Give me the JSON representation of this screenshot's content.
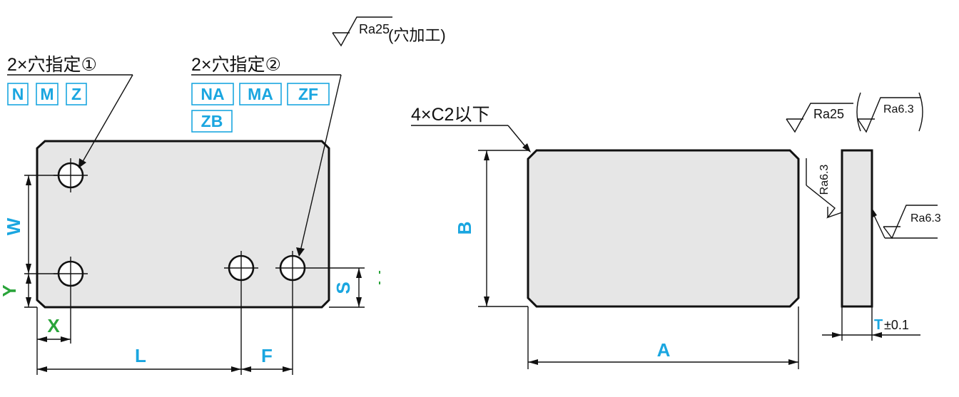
{
  "colors": {
    "dimension_label_blue": "#1aa6e0",
    "dimension_label_green": "#2aa43a",
    "part_fill": "#e6e6e6",
    "line": "#111111"
  },
  "left_view": {
    "hole_spec_1": {
      "label": "2×穴指定①",
      "codes": [
        "N",
        "M",
        "Z"
      ]
    },
    "hole_spec_2": {
      "label": "2×穴指定②",
      "codes": [
        "NA",
        "MA",
        "ZF",
        "ZB"
      ]
    },
    "hole_roughness": {
      "value": "Ra25",
      "note": "(穴加工)"
    },
    "dimensions": {
      "W": "W",
      "Y": "Y",
      "X": "X",
      "L": "L",
      "F": "F",
      "S": "S"
    }
  },
  "middle_view": {
    "chamfer_note": "4×C2以下",
    "dimensions": {
      "A": "A",
      "B": "B"
    }
  },
  "side_view": {
    "roughness_main": "Ra25",
    "roughness_alt": "Ra6.3",
    "roughness_left_face": "Ra6.3",
    "roughness_right_face": "Ra6.3",
    "thickness": {
      "label": "T",
      "tolerance": "±0.1"
    }
  }
}
